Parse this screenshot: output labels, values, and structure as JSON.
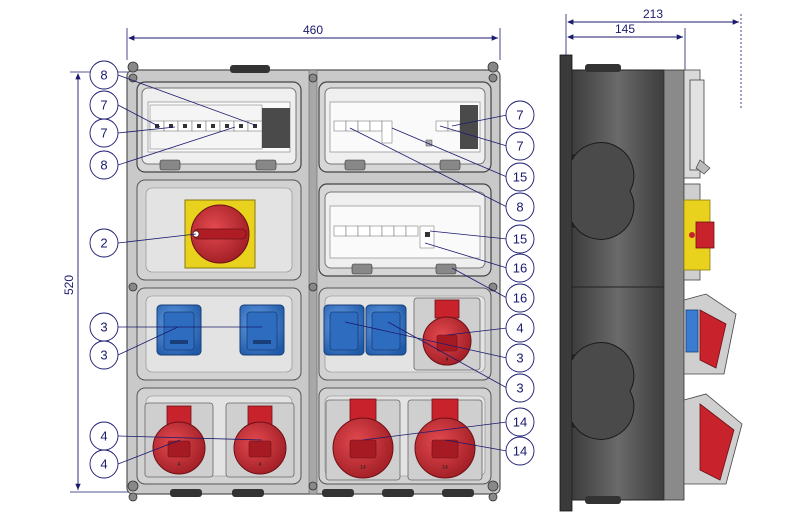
{
  "dimensions": {
    "width": "460",
    "height": "520",
    "side_width": "213",
    "side_depth": "145"
  },
  "callouts": [
    "8",
    "7",
    "7",
    "8",
    "2",
    "3",
    "3",
    "4",
    "4",
    "7",
    "7",
    "15",
    "8",
    "15",
    "16",
    "16",
    "4",
    "3",
    "3",
    "14",
    "14"
  ],
  "socket_labels": {
    "small_red": "4",
    "large_red": "14"
  },
  "colors": {
    "housing": "#d8d8d8",
    "housing_dark": "#5a5a5a",
    "red_socket": "#c8232c",
    "blue_socket": "#3a7dd0",
    "switch_yellow": "#e8d21d",
    "dimension_line": "#1a1a6e"
  }
}
